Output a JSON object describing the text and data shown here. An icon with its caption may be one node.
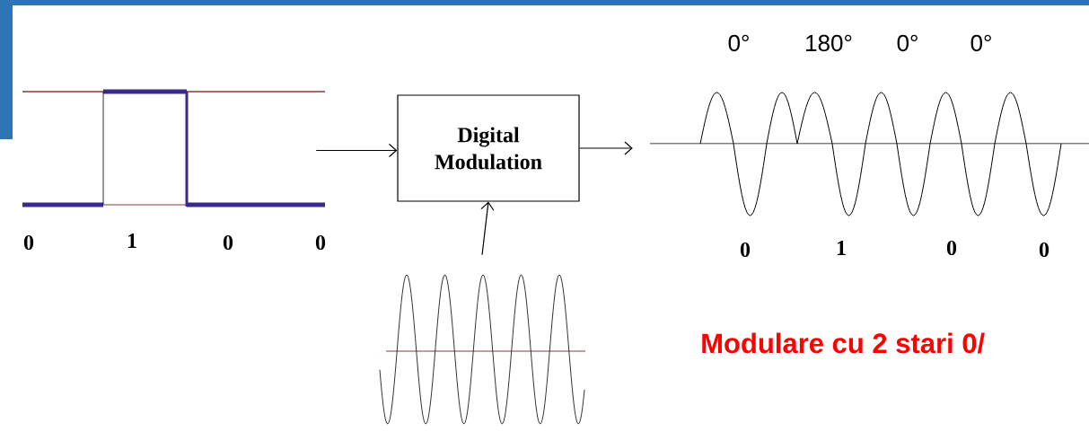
{
  "diagram": {
    "nodes": [
      {
        "text": [],
        "shape": "picture"
      },
      {
        "text": [
          "Digital Modulation"
        ]
      },
      {
        "text": [],
        "shape": "picture"
      },
      {
        "text": [],
        "shape": "picture"
      }
    ],
    "edges": [
      {
        "from": 0,
        "to": 1,
        "arrow": "to"
      },
      {
        "from": 1,
        "to": 2,
        "arrow": "to"
      },
      {
        "from": 3,
        "to": 1,
        "arrow": "to"
      }
    ],
    "labels": [
      "0",
      "1",
      "0",
      "0",
      "0°",
      "180°",
      "0°",
      "0°",
      "0",
      "1",
      "0",
      "0",
      "Modulare cu 2 stari 0/"
    ]
  }
}
